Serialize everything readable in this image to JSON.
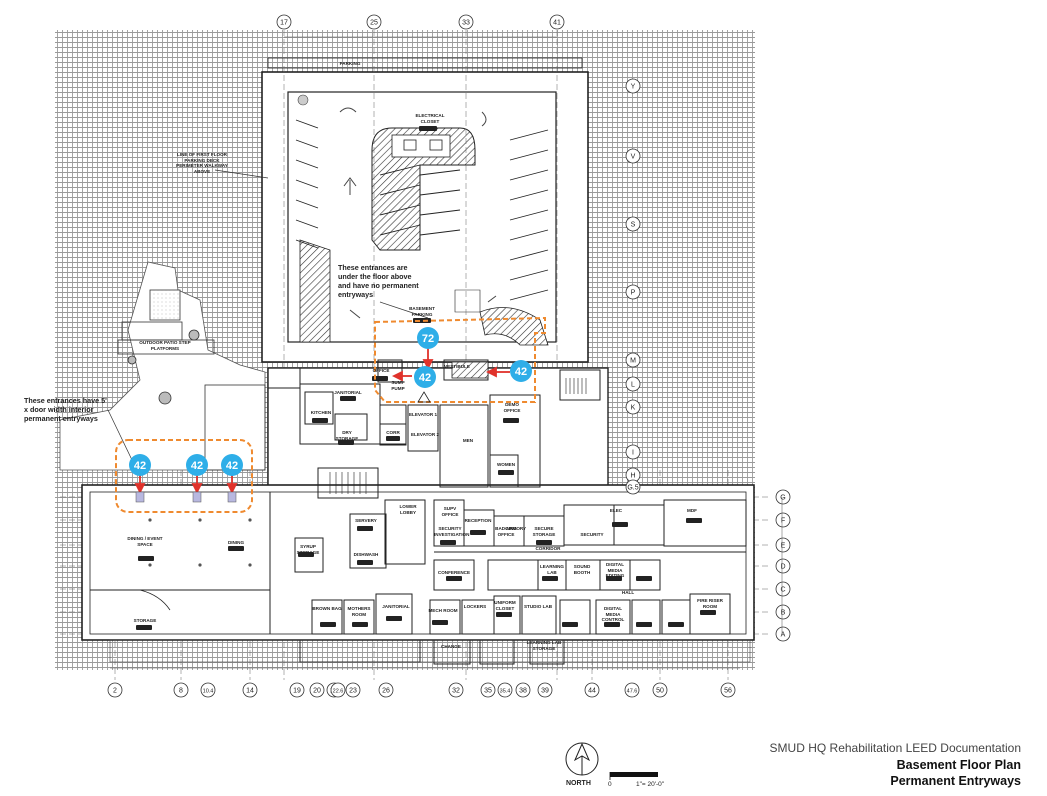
{
  "title": {
    "project": "SMUD HQ Rehabilitation LEED Documentation",
    "line1": "Basement Floor Plan",
    "line2": "Permanent Entryways"
  },
  "notes": {
    "above_entrances": "These entrances are under the floor above and have no permanent entryways",
    "left_entrances": "These entrances have 5' x door width interior permanent entryways"
  },
  "north": {
    "label": "NORTH"
  },
  "scale": {
    "zero": "0",
    "text": "1\"= 20'-0\""
  },
  "markers": [
    {
      "id": "m72",
      "value": "72"
    },
    {
      "id": "m42a",
      "value": "42"
    },
    {
      "id": "m42b",
      "value": "42"
    },
    {
      "id": "m42c",
      "value": "42"
    },
    {
      "id": "m42d",
      "value": "42"
    },
    {
      "id": "m42e",
      "value": "42"
    }
  ],
  "top_grid": [
    "17",
    "25",
    "33",
    "41"
  ],
  "bottom_grid": [
    "2",
    "8",
    "10.4",
    "14",
    "19",
    "20",
    "22",
    "22.6",
    "23",
    "26",
    "32",
    "35",
    "35.4",
    "38",
    "39",
    "44",
    "47.6",
    "50",
    "56"
  ],
  "right_grid_upper": [
    "Y",
    "V",
    "S",
    "P",
    "M",
    "L",
    "K",
    "I",
    "H",
    "G.5"
  ],
  "right_grid_lower": [
    "G",
    "F",
    "E",
    "D",
    "C",
    "B",
    "A"
  ],
  "rooms": [
    "ELECTRICAL CLOSET",
    "PARKING",
    "BASEMENT PARKING",
    "LINE OF FIRST FLOOR PARKING DECK PERIMETER WALKWAY ABOVE",
    "OUTDOOR PATIO STEP PLATFORMS",
    "JANITORIAL",
    "KITCHEN",
    "DRY STORAGE",
    "ELEVATOR 1",
    "ELEVATOR 2",
    "OFFICE",
    "SUMP PUMP",
    "VESTIBULE",
    "CORR STAIR",
    "DINING / EVENT SPACE",
    "DINING",
    "STORAGE",
    "SERVERY",
    "DISHWASH",
    "SYRUP STORAGE",
    "LOWER LOBBY",
    "SUPV OFFICE",
    "SECURITY INVESTIGATION",
    "RECEPTION",
    "BADGING OFFICE",
    "ARMORY",
    "SECURE STORAGE",
    "SECURITY",
    "ELEC",
    "MDF",
    "CORRIDOR",
    "CONFERENCE",
    "LEARNING LAB",
    "SOUND BOOTH",
    "DIGITAL MEDIA EDITING",
    "DIGITAL MEDIA CONTROL",
    "HALL",
    "FIRE RISER ROOM",
    "LOCKERS",
    "UNIFORM CLOSET",
    "STUDIO LAB",
    "LEARNING LAB STORAGE",
    "MECH ROOM",
    "JANITORIAL",
    "MOTHERS ROOM",
    "BROWN BAG",
    "CHANGE",
    "WOMEN",
    "MEN",
    "DEMO OFFICE"
  ],
  "colors": {
    "marker": "#2eaee8",
    "arrow": "#e0322b",
    "highlight": "#ef8a2f",
    "hatch": "#999999",
    "wall": "#222222"
  }
}
